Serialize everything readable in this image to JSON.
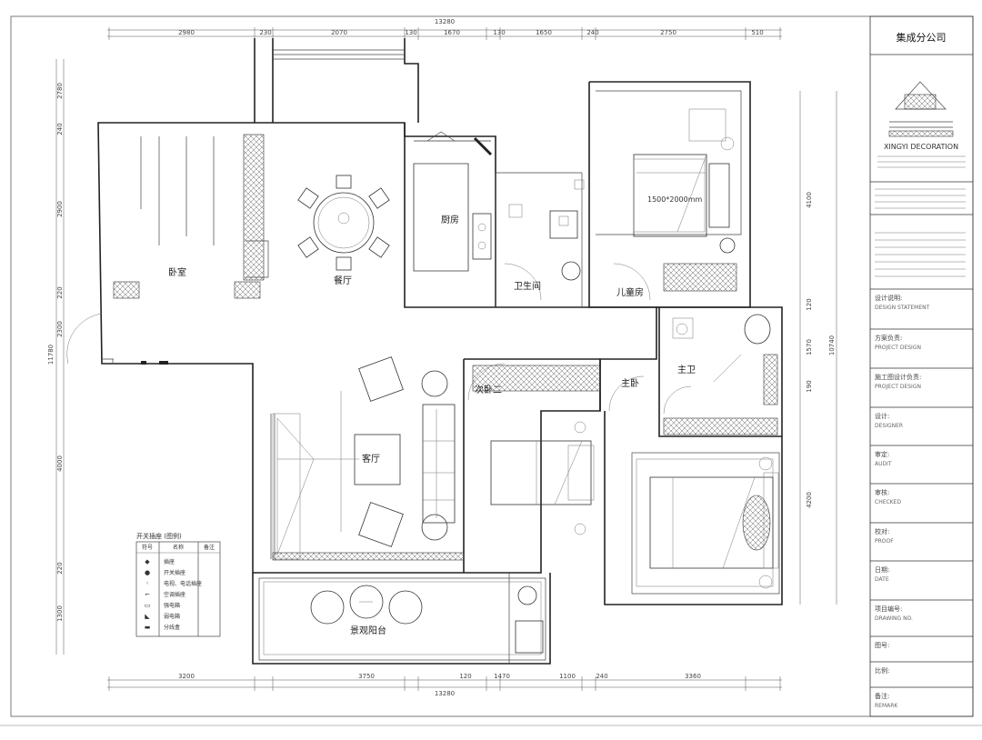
{
  "titleblock": {
    "company_name": "集成分公司",
    "logo_caption": "XINGYI DECORATION",
    "fields": [
      {
        "label": "设计说明:",
        "value": "DESIGN STATEMENT"
      },
      {
        "label": "方案负责:",
        "value": "PROJECT DESIGN"
      },
      {
        "label": "施工图设计负责:",
        "value": "PROJECT DESIGN"
      },
      {
        "label": "设计:",
        "value": "DESIGNER"
      },
      {
        "label": "审定:",
        "value": "AUDIT"
      },
      {
        "label": "审核:",
        "value": "CHECKED"
      },
      {
        "label": "校对:",
        "value": "PROOF"
      },
      {
        "label": "日期:",
        "value": "DATE"
      },
      {
        "label": "项目编号:",
        "value": "DRAWING NO."
      },
      {
        "label": "图号:",
        "value": ""
      },
      {
        "label": "比例:",
        "value": ""
      },
      {
        "label": "备注:",
        "value": "REMARK"
      }
    ]
  },
  "rooms": {
    "bedroom_main": "卧室",
    "dining": "餐厅",
    "kitchen": "厨房",
    "bathroom_public": "卫生间",
    "kids_room": "儿童房",
    "second_bedroom": "次卧二",
    "second_bedroom_short": "主卧",
    "living": "客厅",
    "balcony": "景观阳台",
    "master_bath": "主卫",
    "bed_size_note": "1500*2000mm"
  },
  "dimensions": {
    "top_total": "13280",
    "top": [
      "2980",
      "230",
      "2070",
      "130",
      "1670",
      "130",
      "1650",
      "240",
      "2750",
      "510"
    ],
    "bottom_total": "13280",
    "bottom": [
      "3200",
      "3750",
      "120",
      "1470",
      "1100",
      "240",
      "3360"
    ],
    "left_total": "11780",
    "left": [
      "2780",
      "240",
      "2900",
      "220",
      "2300",
      "4000",
      "220",
      "1300"
    ],
    "right_total": "10740",
    "right": [
      "4100",
      "120",
      "1570",
      "190",
      "4200"
    ]
  },
  "legend": {
    "title": "开关插座 (图例)",
    "headers": [
      "符号",
      "名称",
      "备注"
    ],
    "rows": [
      {
        "symbol": "◆",
        "name": "插座",
        "note": ""
      },
      {
        "symbol": "●",
        "name": "开关插座",
        "note": ""
      },
      {
        "symbol": "◦",
        "name": "电视、电话插座",
        "note": ""
      },
      {
        "symbol": "⌐",
        "name": "空调插座",
        "note": ""
      },
      {
        "symbol": "▭",
        "name": "强电箱",
        "note": ""
      },
      {
        "symbol": "◣",
        "name": "弱电箱",
        "note": ""
      },
      {
        "symbol": "▬",
        "name": "分线盒",
        "note": ""
      }
    ]
  }
}
